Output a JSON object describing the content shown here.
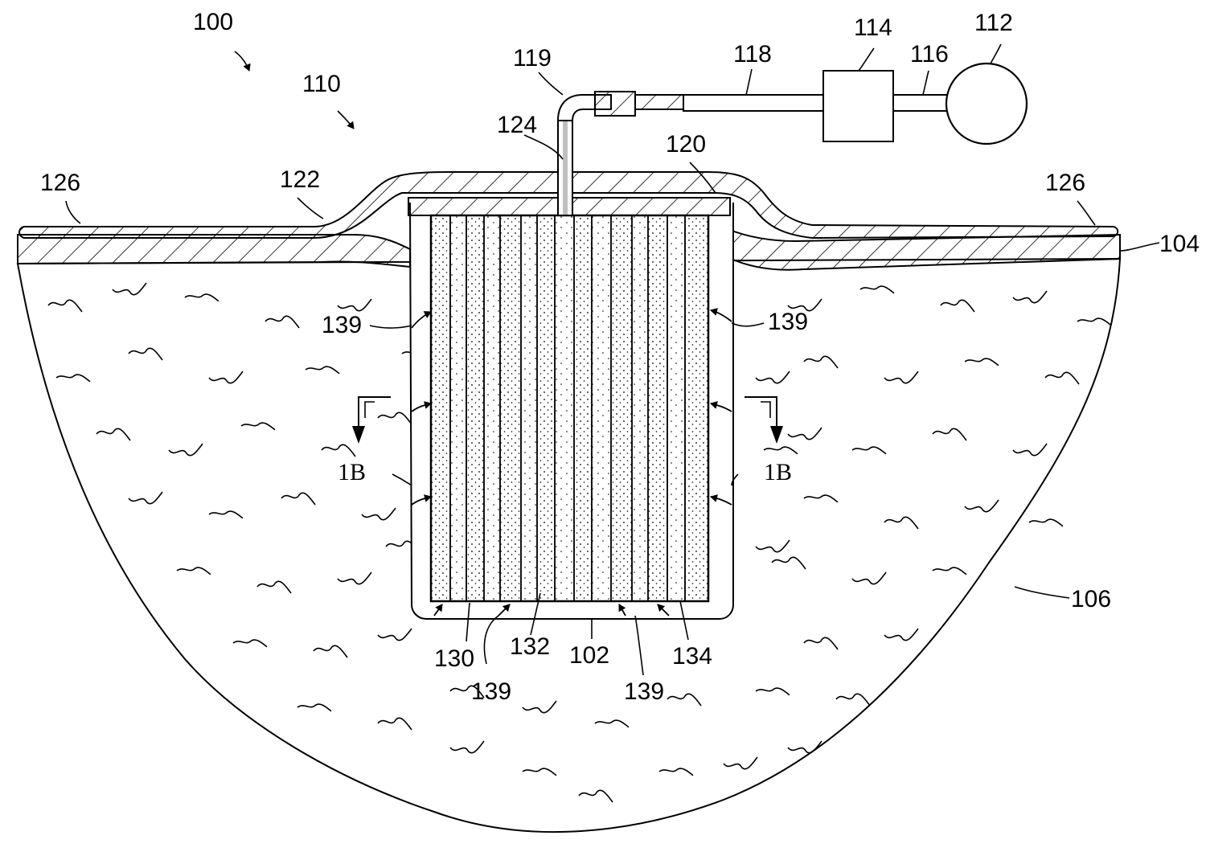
{
  "figure": {
    "labels": {
      "system": "100",
      "dressing": "110",
      "reduced_pressure_source": "112",
      "canister": "114",
      "conduit_source": "116",
      "conduit_main": "118",
      "connector": "119",
      "manifold": "120",
      "drape": "122",
      "interface": "124",
      "drape_edge": "126",
      "layer_130": "130",
      "layer_132": "132",
      "layer_134": "134",
      "wound": "102",
      "epidermis": "104",
      "subcutaneous": "106",
      "flow_arrow": "139"
    },
    "section_marker": "1B"
  },
  "colors": {
    "ink": "#000000",
    "paper": "#ffffff"
  }
}
